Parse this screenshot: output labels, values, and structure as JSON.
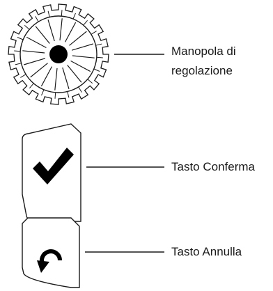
{
  "callouts": {
    "knob": {
      "line1": "Manopola di",
      "line2": "regolazione",
      "icon": "dial-knob-icon"
    },
    "confirm": {
      "label": "Tasto Conferma",
      "icon": "checkmark-icon"
    },
    "cancel": {
      "label": "Tasto Annulla",
      "icon": "undo-arrow-icon"
    }
  },
  "colors": {
    "stroke": "#1a1a1a",
    "fill": "#ffffff"
  }
}
